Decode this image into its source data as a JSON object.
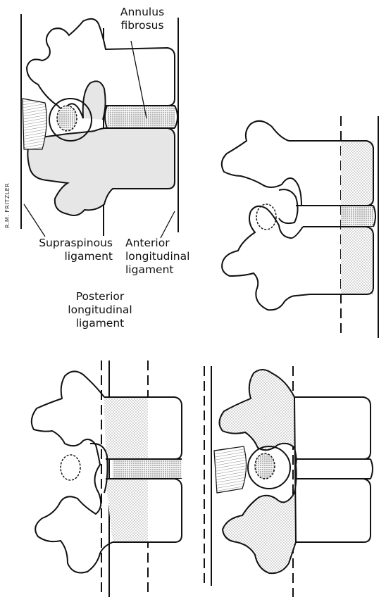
{
  "labels": {
    "annulus": [
      "Annulus",
      "fibrosus"
    ],
    "supraspinous": [
      "Supraspinous",
      "ligament"
    ],
    "anterior": [
      "Anterior",
      "longitudinal",
      "ligament"
    ],
    "posterior": [
      "Posterior",
      "longitudinal",
      "ligament"
    ]
  },
  "signature": "R.M. FRITZLER",
  "colors": {
    "ink": "#111111",
    "bone_fill": "#e6e6e6",
    "stipple": "#555555"
  }
}
